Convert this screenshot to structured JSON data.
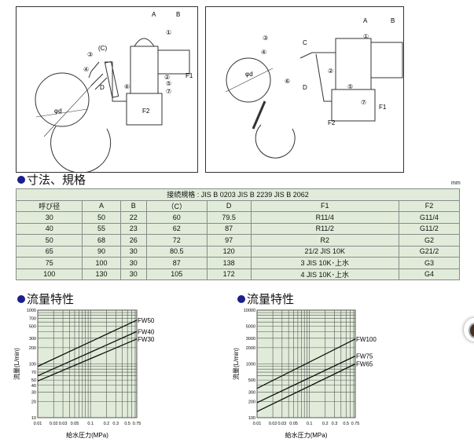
{
  "diagram_left": {
    "labels": [
      "A",
      "B",
      "(C)",
      "D",
      "F1",
      "F2",
      "φd",
      "①",
      "②",
      "③",
      "④",
      "⑤",
      "⑥",
      "⑦"
    ]
  },
  "diagram_right": {
    "labels": [
      "A",
      "B",
      "C",
      "D",
      "F1",
      "F2",
      "φd",
      "①",
      "②",
      "③",
      "④",
      "⑤",
      "⑥",
      "⑦"
    ]
  },
  "spec": {
    "title": "寸法、規格",
    "unit": "mm",
    "caption": "接続規格 : JIS B 0203  JIS B 2239  JIS B 2062",
    "headers": [
      "呼び径",
      "A",
      "B",
      "（C）",
      "D",
      "F1",
      "F2"
    ],
    "rows": [
      [
        "30",
        "50",
        "22",
        "60",
        "79.5",
        "R11/4",
        "G11/4"
      ],
      [
        "40",
        "55",
        "23",
        "62",
        "87",
        "R11/2",
        "G11/2"
      ],
      [
        "50",
        "68",
        "26",
        "72",
        "97",
        "R2",
        "G2"
      ],
      [
        "65",
        "90",
        "30",
        "80.5",
        "120",
        "21/2 JIS 10K",
        "G21/2"
      ],
      [
        "75",
        "100",
        "30",
        "87",
        "138",
        "3 JIS 10K･上水",
        "G3"
      ],
      [
        "100",
        "130",
        "30",
        "105",
        "172",
        "4 JIS 10K･上水",
        "G4"
      ]
    ]
  },
  "chart_data": [
    {
      "type": "line",
      "title": "流量特性",
      "xlabel": "給水圧力(MPa)",
      "ylabel": "流量(L/min)",
      "xscale": "log",
      "yscale": "log",
      "xlim": [
        0.01,
        0.75
      ],
      "ylim": [
        10,
        1000
      ],
      "xticks": [
        "0.01",
        "0.02",
        "0.03",
        "0.05",
        "0.1",
        "0.2",
        "0.3",
        "0.5",
        "0.75"
      ],
      "yticks": [
        "1000",
        "700",
        "500",
        "300",
        "200",
        "100",
        "70",
        "50",
        "40",
        "30",
        "20",
        "10"
      ],
      "series": [
        {
          "name": "FW50",
          "x": [
            0.01,
            0.75
          ],
          "y": [
            90,
            650
          ]
        },
        {
          "name": "FW40",
          "x": [
            0.01,
            0.75
          ],
          "y": [
            60,
            400
          ]
        },
        {
          "name": "FW30",
          "x": [
            0.01,
            0.75
          ],
          "y": [
            48,
            290
          ]
        }
      ]
    },
    {
      "type": "line",
      "title": "流量特性",
      "xlabel": "給水圧力(MPa)",
      "ylabel": "流量(L/min)",
      "xscale": "log",
      "yscale": "log",
      "xlim": [
        0.01,
        0.75
      ],
      "ylim": [
        100,
        10000
      ],
      "xticks": [
        "0.01",
        "0.02",
        "0.03",
        "0.05",
        "0.1",
        "0.2",
        "0.3",
        "0.5",
        "0.75"
      ],
      "yticks": [
        "10000",
        "5000",
        "3000",
        "2000",
        "1000",
        "500",
        "300",
        "200",
        "100"
      ],
      "series": [
        {
          "name": "FW100",
          "x": [
            0.01,
            0.75
          ],
          "y": [
            350,
            2900
          ]
        },
        {
          "name": "FW75",
          "x": [
            0.01,
            0.75
          ],
          "y": [
            190,
            1400
          ]
        },
        {
          "name": "FW65",
          "x": [
            0.01,
            0.75
          ],
          "y": [
            130,
            1000
          ]
        }
      ]
    }
  ]
}
